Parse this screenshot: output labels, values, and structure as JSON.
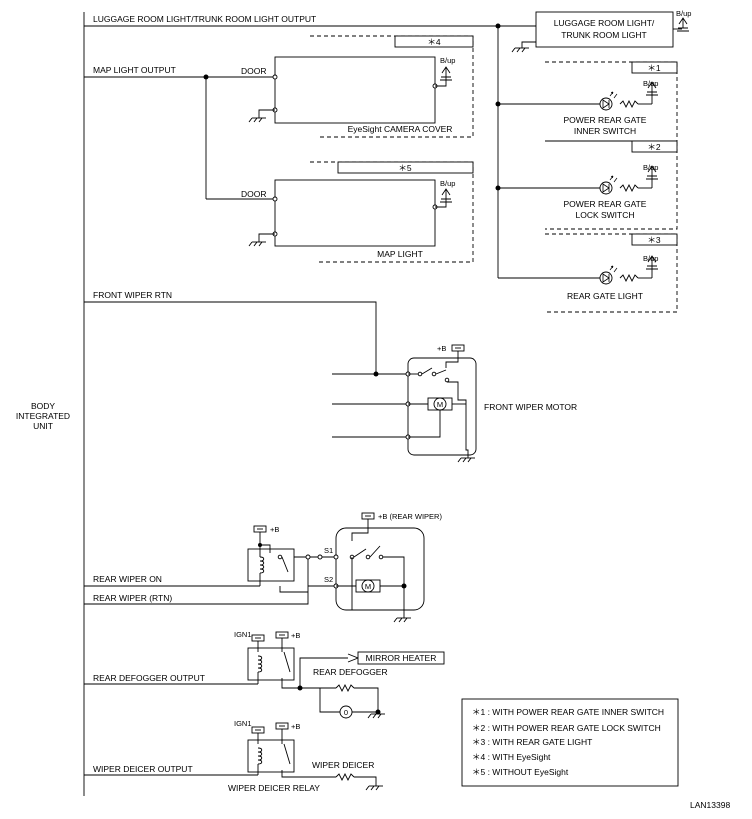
{
  "labels": {
    "body_unit": [
      "BODY",
      "INTEGRATED",
      "UNIT"
    ],
    "luggage_output": "LUGGAGE ROOM LIGHT/TRUNK ROOM LIGHT OUTPUT",
    "map_light_output": "MAP LIGHT OUTPUT",
    "front_wiper_rtn": "FRONT WIPER RTN",
    "rear_wiper_on": "REAR WIPER ON",
    "rear_wiper_rtn": "REAR WIPER (RTN)",
    "rear_defogger_output": "REAR DEFOGGER OUTPUT",
    "wiper_deicer_output": "WIPER DEICER OUTPUT",
    "luggage_light": [
      "LUGGAGE ROOM LIGHT/",
      "TRUNK ROOM LIGHT"
    ],
    "bup": "B/up",
    "door": "DOOR",
    "eyesight_camera_cover": "EyeSight CAMERA COVER",
    "map_light": "MAP LIGHT",
    "note_4": "＊4",
    "note_5": "＊5",
    "note_1": "＊1",
    "note_2": "＊2",
    "note_3": "＊3",
    "inner_switch": [
      "POWER REAR GATE",
      "INNER SWITCH"
    ],
    "lock_switch": [
      "POWER REAR GATE",
      "LOCK SWITCH"
    ],
    "rear_gate_light": "REAR GATE LIGHT",
    "plus_b": "+B",
    "front_wiper_motor": "FRONT WIPER MOTOR",
    "motor": "M",
    "plus_b_rear_wiper": "+B (REAR WIPER)",
    "s1": "S1",
    "s2": "S2",
    "ign1": "IGN1",
    "mirror_heater": "MIRROR HEATER",
    "rear_defogger": "REAR DEFOGGER",
    "wiper_deicer": "WIPER DEICER",
    "wiper_deicer_relay": "WIPER DEICER RELAY",
    "diagram_id": "LAN13398"
  },
  "legend": [
    "＊1 : WITH POWER REAR GATE INNER SWITCH",
    "＊2 : WITH POWER REAR GATE LOCK SWITCH",
    "＊3 : WITH REAR GATE LIGHT",
    "＊4 : WITH EyeSight",
    "＊5 : WITHOUT EyeSight"
  ]
}
